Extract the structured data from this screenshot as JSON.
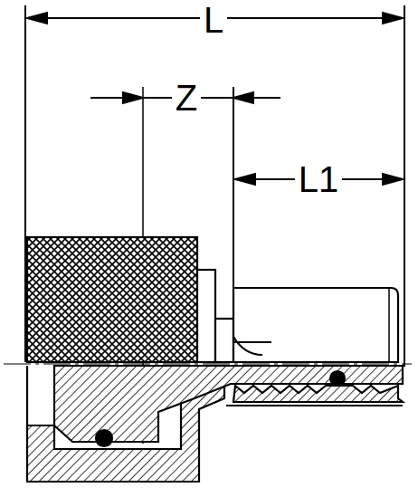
{
  "diagram": {
    "labels": [
      "L",
      "Z",
      "L1"
    ]
  }
}
